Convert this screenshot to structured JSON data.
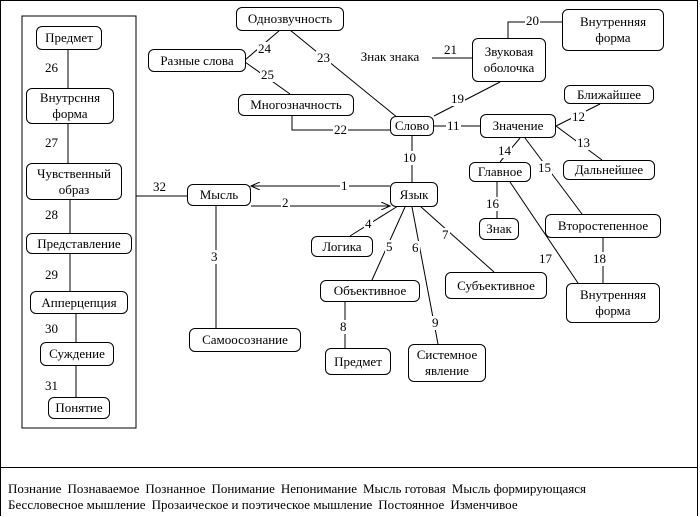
{
  "nodes": {
    "predmet_left": "Предмет",
    "vnutr_left": "Внутрсння\nформа",
    "chuvstv": "Чувственный\nобраз",
    "predstavlenie": "Представление",
    "appercepciya": "Апперцепция",
    "suzhdenie": "Суждение",
    "ponyatie": "Понятие",
    "mysl": "Мысль",
    "samosoznanie": "Самоосознание",
    "odnozvuchnost": "Однозвучность",
    "raznye_slova": "Разные слова",
    "mnogoznachnost": "Многозначность",
    "znak_znaka": "Знак знака",
    "zvukovaya": "Звуковая\nоболочка",
    "vnutr_top": "Внутренняя\nформа",
    "slovo": "Слово",
    "znachenie": "Значение",
    "blizhaishee": "Ближайшее",
    "dalneishee": "Дальнейшее",
    "glavnoe": "Главное",
    "znak": "Знак",
    "vtorostepennoe": "Второстепенное",
    "vnutr_right": "Внутренняя\nформа",
    "yazyk": "Язык",
    "logika": "Логика",
    "obektivnoe": "Объективное",
    "subektivnoe": "Субъективное",
    "predmet_mid": "Предмет",
    "sistemnoe": "Системное\nявление"
  },
  "edge_labels": [
    "1",
    "2",
    "3",
    "4",
    "5",
    "6",
    "7",
    "8",
    "9",
    "10",
    "11",
    "12",
    "13",
    "14",
    "15",
    "16",
    "17",
    "18",
    "19",
    "20",
    "21",
    "22",
    "23",
    "24",
    "25",
    "26",
    "27",
    "28",
    "29",
    "30",
    "31",
    "32"
  ],
  "footer": {
    "line1": [
      "Познание",
      "Познаваемое",
      "Познанное",
      "Понимание",
      "Непонимание",
      "Мысль готовая",
      "Мысль формирующаяся"
    ],
    "line2": [
      "Бессловесное мышление",
      "Прозаическое и поэтическое мышление",
      "Постоянное",
      "Изменчивое"
    ]
  }
}
